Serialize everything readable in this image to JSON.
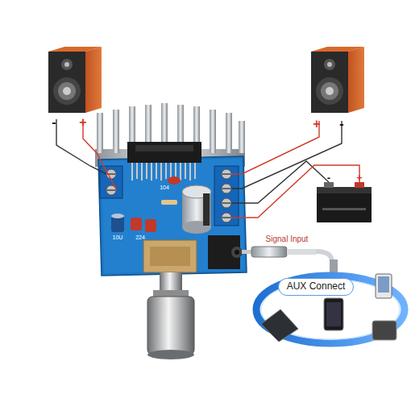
{
  "diagram": {
    "nodes": [
      {
        "text": [
          "AUX Connect"
        ]
      }
    ],
    "labels": [
      "-",
      "+",
      "+",
      "-",
      "-",
      "+",
      "104",
      "10U",
      "224",
      "Signal Input"
    ]
  }
}
